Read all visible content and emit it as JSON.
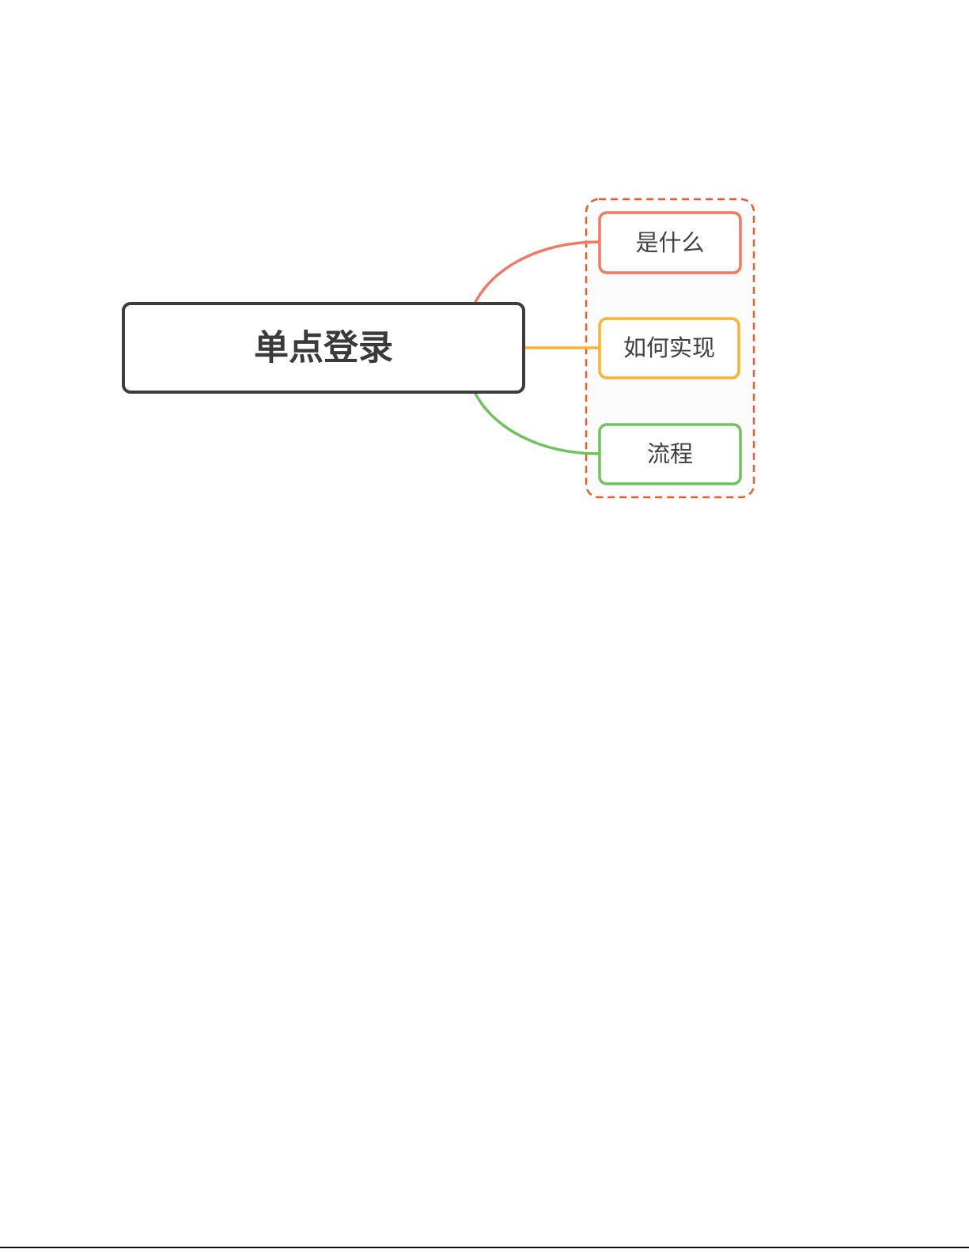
{
  "mindmap": {
    "root": {
      "label": "单点登录",
      "color": "#3d3d3d"
    },
    "branches": [
      {
        "label": "是什么",
        "color": "#f47762"
      },
      {
        "label": "如何实现",
        "color": "#fbb230"
      },
      {
        "label": "流程",
        "color": "#6cc45a"
      }
    ],
    "group_outline_color": "#ef5a2a"
  }
}
